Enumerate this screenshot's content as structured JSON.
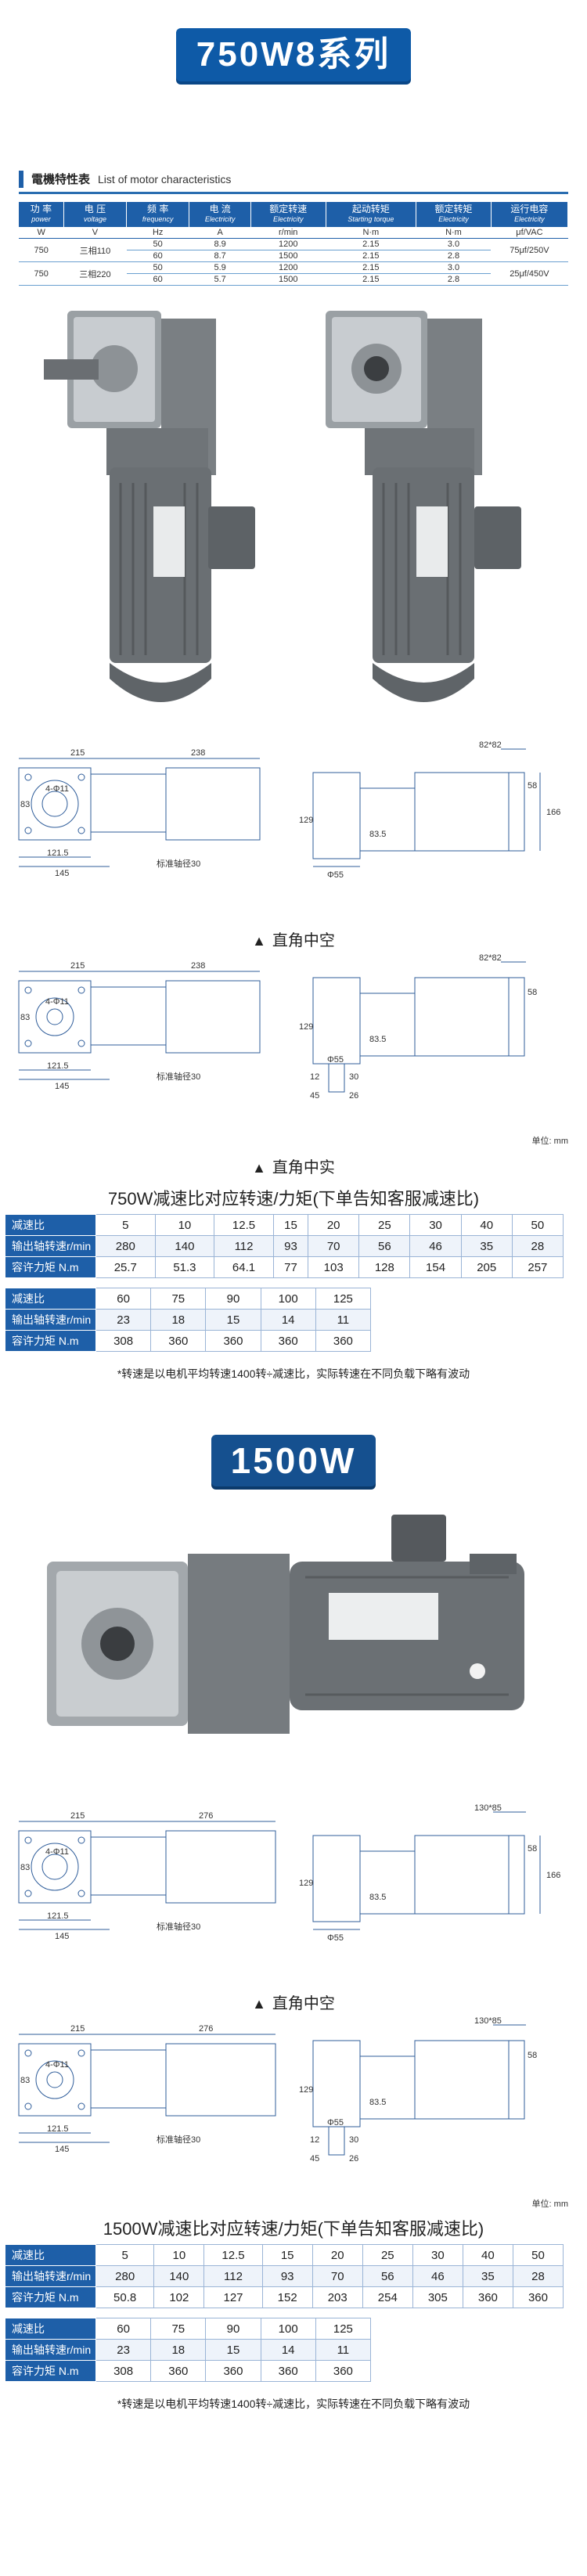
{
  "title_750": "750W8系列",
  "char_section": {
    "title_cn": "電機特性表",
    "title_en": "List of motor characteristics"
  },
  "char_table": {
    "headers": [
      {
        "cn": "功 率",
        "en": "power"
      },
      {
        "cn": "电 压",
        "en": "voltage"
      },
      {
        "cn": "频 率",
        "en": "frequency"
      },
      {
        "cn": "电 流",
        "en": "Electricity"
      },
      {
        "cn": "额定转速",
        "en": "Electricity"
      },
      {
        "cn": "起动转矩",
        "en": "Starting torque"
      },
      {
        "cn": "额定转矩",
        "en": "Electricity"
      },
      {
        "cn": "运行电容",
        "en": "Electricity"
      }
    ],
    "units": [
      "W",
      "V",
      "Hz",
      "A",
      "r/min",
      "N·m",
      "N·m",
      "μf/VAC"
    ],
    "rows": [
      {
        "power": "750",
        "voltage": "三相110",
        "capacitor": "75μf/250V",
        "lines": [
          {
            "freq": "50",
            "current": "8.9",
            "speed": "1200",
            "start_torque": "2.15",
            "rated_torque": "3.0"
          },
          {
            "freq": "60",
            "current": "8.7",
            "speed": "1500",
            "start_torque": "2.15",
            "rated_torque": "2.8"
          }
        ]
      },
      {
        "power": "750",
        "voltage": "三相220",
        "capacitor": "25μf/450V",
        "lines": [
          {
            "freq": "50",
            "current": "5.9",
            "speed": "1200",
            "start_torque": "2.15",
            "rated_torque": "3.0"
          },
          {
            "freq": "60",
            "current": "5.7",
            "speed": "1500",
            "start_torque": "2.15",
            "rated_torque": "2.8"
          }
        ]
      }
    ]
  },
  "drawing_750_hollow": {
    "dims": {
      "width_left": "215",
      "width_right": "238",
      "flange": "82*82",
      "side": "58",
      "height": "166",
      "base": "121.5",
      "total": "145",
      "shaft_h": "129",
      "offset": "83.5",
      "dia": "Φ55",
      "holes": "4-Φ11",
      "center": "83",
      "shaft_label": "标准轴径30"
    },
    "caption": "直角中空"
  },
  "drawing_750_solid": {
    "dims": {
      "width_left": "215",
      "width_right": "238",
      "flange": "82*82",
      "side": "58",
      "base": "121.5",
      "total": "145",
      "shaft_h": "129",
      "offset": "83.5",
      "dia": "Φ55",
      "holes": "4-Φ11",
      "center": "83",
      "key": "12",
      "key_h": "45",
      "s1": "30",
      "s2": "26",
      "shaft_label": "标准轴径30"
    },
    "caption": "直角中实",
    "unit": "单位: mm"
  },
  "ratio_750": {
    "title": "750W减速比对应转速/力矩(下单告知客服减速比)",
    "labels": {
      "ratio": "减速比",
      "speed": "输出轴转速r/min",
      "torque": "容许力矩 N.m"
    },
    "part1": {
      "ratio": [
        "5",
        "10",
        "12.5",
        "15",
        "20",
        "25",
        "30",
        "40",
        "50"
      ],
      "speed": [
        "280",
        "140",
        "112",
        "93",
        "70",
        "56",
        "46",
        "35",
        "28"
      ],
      "torque": [
        "25.7",
        "51.3",
        "64.1",
        "77",
        "103",
        "128",
        "154",
        "205",
        "257"
      ]
    },
    "part2": {
      "ratio": [
        "60",
        "75",
        "90",
        "100",
        "125"
      ],
      "speed": [
        "23",
        "18",
        "15",
        "14",
        "11"
      ],
      "torque": [
        "308",
        "360",
        "360",
        "360",
        "360"
      ]
    }
  },
  "note_750": "*转速是以电机平均转速1400转÷减速比，实际转速在不同负载下略有波动",
  "title_1500": "1500W",
  "drawing_1500_hollow": {
    "dims": {
      "width_left": "215",
      "width_right": "276",
      "flange": "130*85",
      "side": "58",
      "height": "166",
      "base": "121.5",
      "total": "145",
      "shaft_h": "129",
      "offset": "83.5",
      "dia": "Φ55",
      "holes": "4-Φ11",
      "center": "83",
      "shaft_label": "标准轴径30"
    },
    "caption": "直角中空"
  },
  "drawing_1500_solid": {
    "dims": {
      "width_left": "215",
      "width_right": "276",
      "flange": "130*85",
      "side": "58",
      "base": "121.5",
      "total": "145",
      "shaft_h": "129",
      "offset": "83.5",
      "dia": "Φ55",
      "holes": "4-Φ11",
      "center": "83",
      "key": "12",
      "key_h": "45",
      "s1": "30",
      "s2": "26",
      "shaft_label": "标准轴径30"
    },
    "unit": "单位: mm"
  },
  "ratio_1500": {
    "title": "1500W减速比对应转速/力矩(下单告知客服减速比)",
    "labels": {
      "ratio": "减速比",
      "speed": "输出轴转速r/min",
      "torque": "容许力矩 N.m"
    },
    "part1": {
      "ratio": [
        "5",
        "10",
        "12.5",
        "15",
        "20",
        "25",
        "30",
        "40",
        "50"
      ],
      "speed": [
        "280",
        "140",
        "112",
        "93",
        "70",
        "56",
        "46",
        "35",
        "28"
      ],
      "torque": [
        "50.8",
        "102",
        "127",
        "152",
        "203",
        "254",
        "305",
        "360",
        "360"
      ]
    },
    "part2": {
      "ratio": [
        "60",
        "75",
        "90",
        "100",
        "125"
      ],
      "speed": [
        "23",
        "18",
        "15",
        "14",
        "11"
      ],
      "torque": [
        "308",
        "360",
        "360",
        "360",
        "360"
      ]
    }
  },
  "note_1500": "*转速是以电机平均转速1400转÷减速比，实际转速在不同负载下略有波动",
  "colors": {
    "brand_blue": "#1e5fa8",
    "banner_blue": "#0e5aa7",
    "motor_grey": "#6f7478"
  }
}
